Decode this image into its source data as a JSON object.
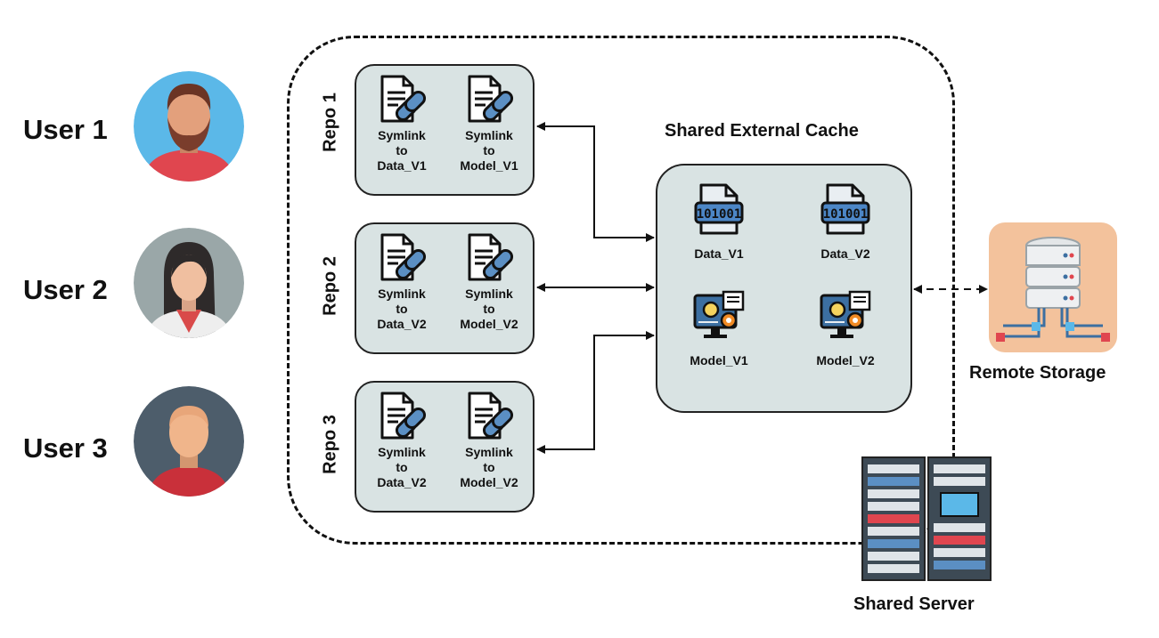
{
  "users": [
    {
      "label": "User 1"
    },
    {
      "label": "User 2"
    },
    {
      "label": "User 3"
    }
  ],
  "repos": [
    {
      "label": "Repo 1",
      "items": [
        {
          "line1": "Symlink",
          "line2": "to",
          "line3": "Data_V1"
        },
        {
          "line1": "Symlink",
          "line2": "to",
          "line3": "Model_V1"
        }
      ]
    },
    {
      "label": "Repo 2",
      "items": [
        {
          "line1": "Symlink",
          "line2": "to",
          "line3": "Data_V2"
        },
        {
          "line1": "Symlink",
          "line2": "to",
          "line3": "Model_V2"
        }
      ]
    },
    {
      "label": "Repo 3",
      "items": [
        {
          "line1": "Symlink",
          "line2": "to",
          "line3": "Data_V2"
        },
        {
          "line1": "Symlink",
          "line2": "to",
          "line3": "Model_V2"
        }
      ]
    }
  ],
  "cache": {
    "title": "Shared External Cache",
    "items": [
      {
        "label": "Data_V1",
        "icon": "binary-file-icon"
      },
      {
        "label": "Data_V2",
        "icon": "binary-file-icon"
      },
      {
        "label": "Model_V1",
        "icon": "model-monitor-icon"
      },
      {
        "label": "Model_V2",
        "icon": "model-monitor-icon"
      }
    ]
  },
  "remote": {
    "label": "Remote Storage"
  },
  "server": {
    "label": "Shared Server"
  },
  "colors": {
    "box_fill": "#d9e3e3",
    "remote_fill": "#f3c29c",
    "accent_blue": "#3c6fa1",
    "accent_orange": "#f08a24"
  }
}
